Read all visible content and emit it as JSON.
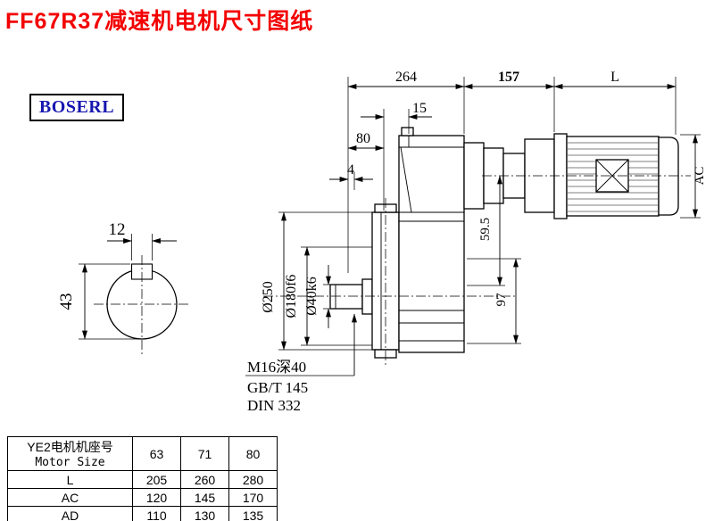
{
  "page": {
    "title": "FF67R37减速机电机尺寸图纸",
    "brand": "BOSERL"
  },
  "drawing": {
    "top_dims": {
      "overall": "264",
      "adapter": "157",
      "motor_length": "L"
    },
    "dims": {
      "flange_offset_15": "15",
      "shaft_length_80": "80",
      "gap_4": "4",
      "keyway_width_12": "12",
      "keyway_height_43": "43",
      "axis_offset_59_5": "59.5",
      "bottom_97": "97",
      "motor_height_AC": "AC"
    },
    "diameters": {
      "flange": "Ø250",
      "spigot": "Ø180f6",
      "shaft": "Ø40k6"
    },
    "notes": {
      "tapped_hole": "M16深40",
      "standard_1": "GB/T 145",
      "standard_2": "DIN 332"
    }
  },
  "table": {
    "header": {
      "title_cn": "YE2电机机座号",
      "title_en": "Motor Size",
      "sizes": [
        "63",
        "71",
        "80"
      ]
    },
    "rows": [
      {
        "label": "L",
        "values": [
          "205",
          "260",
          "280"
        ]
      },
      {
        "label": "AC",
        "values": [
          "120",
          "145",
          "170"
        ]
      },
      {
        "label": "AD",
        "values": [
          "110",
          "130",
          "135"
        ]
      }
    ]
  }
}
